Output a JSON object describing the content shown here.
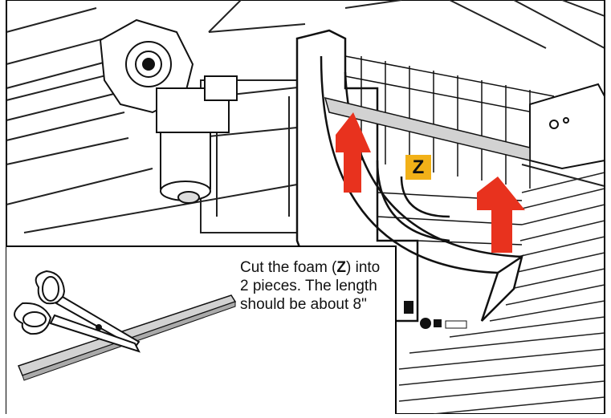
{
  "callout": {
    "part_letter": "Z"
  },
  "instruction": {
    "pre": "Cut the foam (",
    "part": "Z",
    "post": ") into 2 pieces. The length should be about 8\""
  },
  "colors": {
    "arrow": "#e8321e",
    "label_bg": "#f2b118",
    "foam": "#d2d2d2",
    "line": "#111111"
  },
  "icons": [
    "scissors-icon",
    "up-arrow-icon",
    "motor-icon"
  ]
}
